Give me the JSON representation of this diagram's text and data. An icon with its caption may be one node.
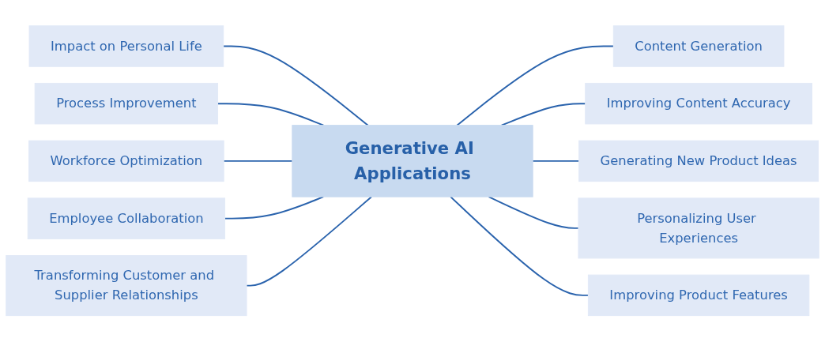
{
  "diagram": {
    "nodes": [
      {
        "text": [
          "Generative AI Applications"
        ]
      },
      {
        "text": [
          "Impact on Personal Life"
        ]
      },
      {
        "text": [
          "Process Improvement"
        ]
      },
      {
        "text": [
          "Workforce Optimization"
        ]
      },
      {
        "text": [
          "Employee Collaboration"
        ]
      },
      {
        "text": [
          "Transforming Customer and Supplier Relationships"
        ]
      },
      {
        "text": [
          "Content Generation"
        ]
      },
      {
        "text": [
          "Improving Content Accuracy"
        ]
      },
      {
        "text": [
          "Generating New Product Ideas"
        ]
      },
      {
        "text": [
          "Personalizing User Experiences"
        ]
      },
      {
        "text": [
          "Improving Product Features"
        ]
      }
    ],
    "edges": [
      {
        "from": 1,
        "to": 0,
        "arrow": "none"
      },
      {
        "from": 2,
        "to": 0,
        "arrow": "none"
      },
      {
        "from": 3,
        "to": 0,
        "arrow": "none"
      },
      {
        "from": 4,
        "to": 0,
        "arrow": "none"
      },
      {
        "from": 5,
        "to": 0,
        "arrow": "none"
      },
      {
        "from": 0,
        "to": 6,
        "arrow": "none"
      },
      {
        "from": 0,
        "to": 7,
        "arrow": "none"
      },
      {
        "from": 0,
        "to": 8,
        "arrow": "none"
      },
      {
        "from": 0,
        "to": 9,
        "arrow": "none"
      },
      {
        "from": 0,
        "to": 10,
        "arrow": "none"
      }
    ]
  }
}
